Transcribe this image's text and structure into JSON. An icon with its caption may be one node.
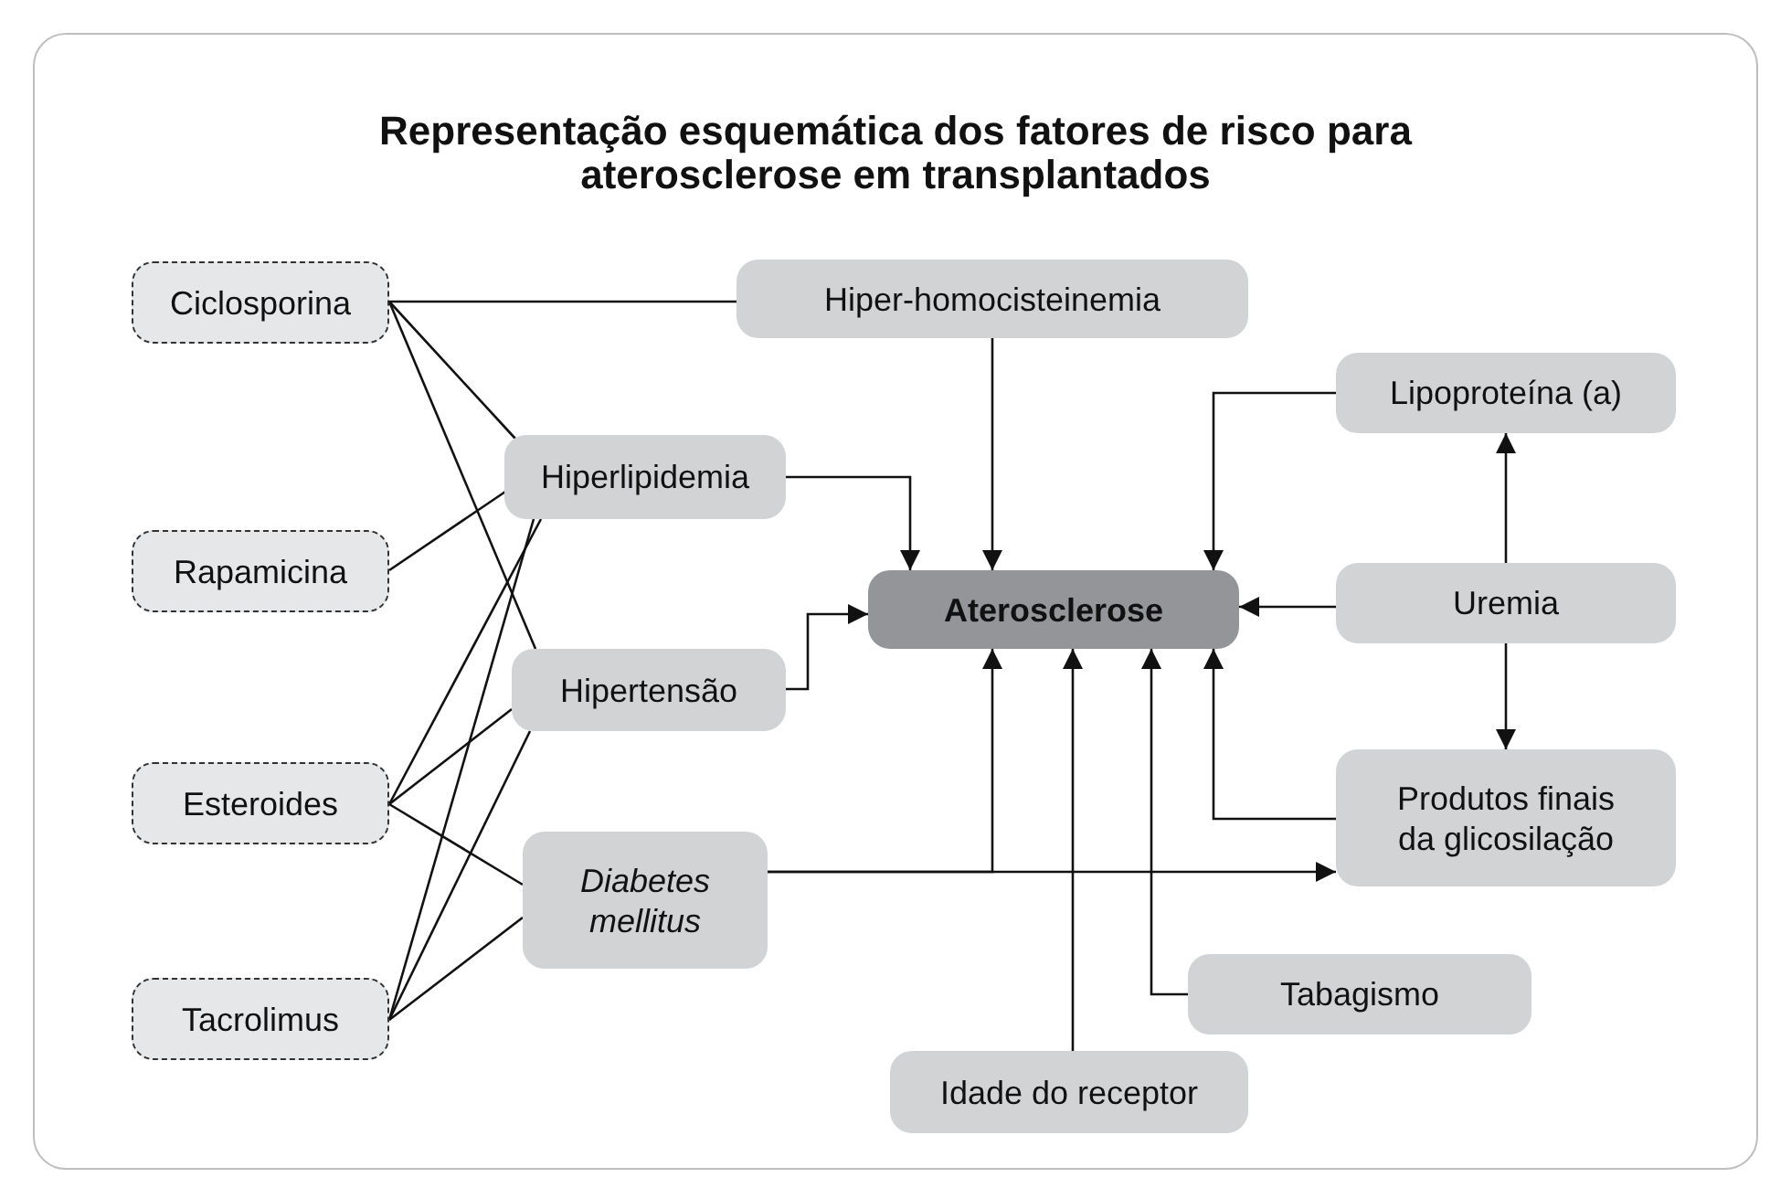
{
  "diagram": {
    "title": "Representação esquemática dos fatores de risco para aterosclerose em transplantados",
    "nodes": [
      {
        "text": [
          "Ciclosporina"
        ]
      },
      {
        "text": [
          "Rapamicina"
        ]
      },
      {
        "text": [
          "Esteroides"
        ]
      },
      {
        "text": [
          "Tacrolimus"
        ]
      },
      {
        "text": [
          "Hiper-homocisteinemia"
        ]
      },
      {
        "text": [
          "Hiperlipidemia"
        ]
      },
      {
        "text": [
          "Hipertensão"
        ]
      },
      {
        "text": [
          "Diabetes mellitus"
        ]
      },
      {
        "text": [
          "Aterosclerose"
        ]
      },
      {
        "text": [
          "Lipoproteína (a)"
        ]
      },
      {
        "text": [
          "Uremia"
        ]
      },
      {
        "text": [
          "Produtos finais da glicosilação"
        ]
      },
      {
        "text": [
          "Tabagismo"
        ]
      },
      {
        "text": [
          "Idade do receptor"
        ]
      }
    ],
    "edges": [
      {
        "from": 0,
        "to": 4,
        "arrow": "none"
      },
      {
        "from": 0,
        "to": 5,
        "arrow": "none"
      },
      {
        "from": 0,
        "to": 6,
        "arrow": "none"
      },
      {
        "from": 1,
        "to": 5,
        "arrow": "none"
      },
      {
        "from": 2,
        "to": 5,
        "arrow": "none"
      },
      {
        "from": 2,
        "to": 6,
        "arrow": "none"
      },
      {
        "from": 2,
        "to": 7,
        "arrow": "none"
      },
      {
        "from": 3,
        "to": 5,
        "arrow": "none"
      },
      {
        "from": 3,
        "to": 6,
        "arrow": "none"
      },
      {
        "from": 3,
        "to": 7,
        "arrow": "none"
      },
      {
        "from": 5,
        "to": 8,
        "arrow": "to"
      },
      {
        "from": 4,
        "to": 8,
        "arrow": "to"
      },
      {
        "from": 9,
        "to": 8,
        "arrow": "to"
      },
      {
        "from": 6,
        "to": 8,
        "arrow": "to"
      },
      {
        "from": 10,
        "to": 8,
        "arrow": "to"
      },
      {
        "from": 10,
        "to": 9,
        "arrow": "to"
      },
      {
        "from": 10,
        "to": 11,
        "arrow": "to"
      },
      {
        "from": 7,
        "to": 8,
        "arrow": "to"
      },
      {
        "from": 7,
        "to": 11,
        "arrow": "to"
      },
      {
        "from": 13,
        "to": 8,
        "arrow": "to"
      },
      {
        "from": 12,
        "to": 8,
        "arrow": "to"
      },
      {
        "from": 11,
        "to": 8,
        "arrow": "to"
      }
    ]
  }
}
